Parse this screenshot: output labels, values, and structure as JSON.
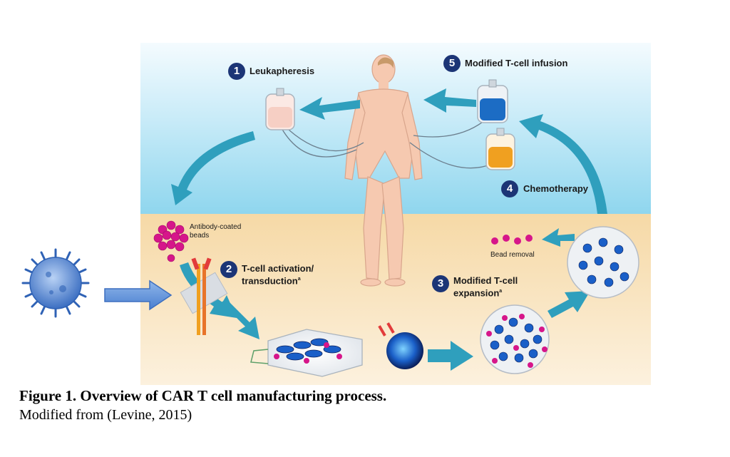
{
  "steps": [
    {
      "number": "1",
      "label": "Leukapheresis"
    },
    {
      "number": "2",
      "label_line1": "T-cell activation/",
      "label_line2": "transduction",
      "label_mark": "a"
    },
    {
      "number": "3",
      "label_line1": "Modified T-cell",
      "label_line2": "expansion",
      "label_mark": "a"
    },
    {
      "number": "4",
      "label": "Chemotherapy"
    },
    {
      "number": "5",
      "label": "Modified T-cell infusion"
    }
  ],
  "annotations": {
    "beads_line1": "Antibody-coated",
    "beads_line2": "beads",
    "bead_removal": "Bead removal"
  },
  "caption": {
    "title": "Figure 1. Overview of CAR T cell manufacturing process.",
    "source": "Modified from (Levine, 2015)"
  },
  "colors": {
    "sky": "#bfe7f5",
    "ground": "#f7e3bf",
    "arrow_teal": "#2f9fbd",
    "step_badge": "#1c3576",
    "bead_magenta": "#d6168a",
    "virus_blue": "#4a7fd0",
    "chemo_orange": "#f0a020",
    "infusion_blue": "#1c6cc4"
  }
}
